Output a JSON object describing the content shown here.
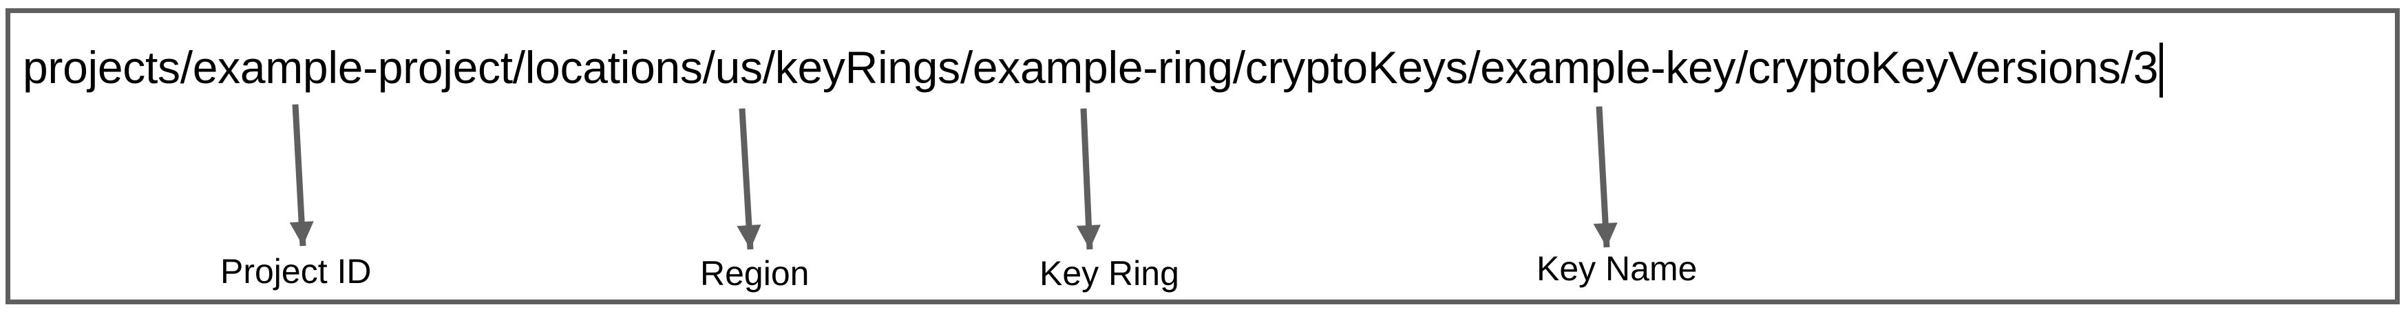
{
  "diagram": {
    "resource_path": "projects/example-project/locations/us/keyRings/example-ring/cryptoKeys/example-key/cryptoKeyVersions/3",
    "labels": [
      {
        "text": "Project ID"
      },
      {
        "text": "Region"
      },
      {
        "text": "Key Ring"
      },
      {
        "text": "Key Name"
      }
    ],
    "colors": {
      "border": "#5f5f5f",
      "arrow": "#5f5f5f",
      "text": "#000000",
      "background": "#ffffff"
    }
  }
}
